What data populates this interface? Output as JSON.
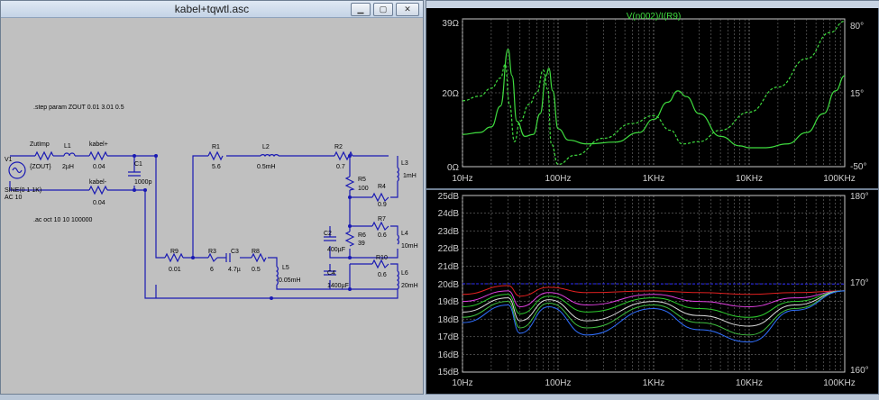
{
  "schematic": {
    "title": "kabel+tqwtl.asc",
    "directives": {
      "step": ".step param ZOUT 0.01 3.01 0.5",
      "ac": ".ac oct 10 10 100000"
    },
    "source": {
      "name": "V1",
      "value1": "SINE(0 1 1K)",
      "value2": "AC 10"
    },
    "components": [
      {
        "name": "ZutImp",
        "value": "{ZOUT}"
      },
      {
        "name": "L1",
        "value": "2µH"
      },
      {
        "name": "kabel+",
        "value": "0.04"
      },
      {
        "name": "kabel-",
        "value": "0.04"
      },
      {
        "name": "C1",
        "value": "1000p"
      },
      {
        "name": "R1",
        "value": "5.6"
      },
      {
        "name": "L2",
        "value": "0.5mH"
      },
      {
        "name": "R2",
        "value": "0.7"
      },
      {
        "name": "L3",
        "value": "1mH"
      },
      {
        "name": "R5",
        "value": "100"
      },
      {
        "name": "R4",
        "value": "0.9"
      },
      {
        "name": "C2",
        "value": "400µF"
      },
      {
        "name": "R6",
        "value": "39"
      },
      {
        "name": "R7",
        "value": "0.6"
      },
      {
        "name": "L4",
        "value": "10mH"
      },
      {
        "name": "R9",
        "value": "0.01"
      },
      {
        "name": "R3",
        "value": "6"
      },
      {
        "name": "C3",
        "value": "4.7µ"
      },
      {
        "name": "R8",
        "value": "0.5"
      },
      {
        "name": "L5",
        "value": "0.05mH"
      },
      {
        "name": "C4",
        "value": "1400µF"
      },
      {
        "name": "R10",
        "value": "0.6"
      },
      {
        "name": "L6",
        "value": "20mH"
      }
    ]
  },
  "plot1": {
    "title": "V(n002)/I(R9)",
    "y_left_ticks": [
      "39Ω",
      "20Ω",
      "0Ω"
    ],
    "y_right_ticks": [
      "80°",
      "15°",
      "-50°"
    ],
    "x_ticks": [
      "10Hz",
      "100Hz",
      "1KHz",
      "10KHz",
      "100KHz"
    ],
    "trace_color": "#3fdc3f"
  },
  "plot2": {
    "y_left_ticks": [
      "25dB",
      "24dB",
      "23dB",
      "22dB",
      "21dB",
      "20dB",
      "19dB",
      "18dB",
      "17dB",
      "16dB",
      "15dB"
    ],
    "y_right_ticks": [
      "180°",
      "170°",
      "160°"
    ],
    "x_ticks": [
      "10Hz",
      "100Hz",
      "1KHz",
      "10KHz",
      "100KHz"
    ],
    "trace_colors": [
      "#2b2bff",
      "#e02020",
      "#e040e0",
      "#2ecc2e",
      "#dddddd",
      "#3fbf3f",
      "#3070ff"
    ]
  },
  "chart_data": [
    {
      "type": "line",
      "title": "V(n002)/I(R9)",
      "xlabel": "",
      "ylabel": "",
      "x_scale": "log",
      "xlim": [
        10,
        100000
      ],
      "ylim": [
        0,
        39
      ],
      "y2lim": [
        -50,
        80
      ],
      "grid": true,
      "series": [
        {
          "style": "solid",
          "points": [
            [
              10,
              8.5
            ],
            [
              15,
              9
            ],
            [
              20,
              10.5
            ],
            [
              25,
              16
            ],
            [
              30,
              31
            ],
            [
              33,
              24
            ],
            [
              37,
              12
            ],
            [
              45,
              8
            ],
            [
              55,
              8.5
            ],
            [
              65,
              14
            ],
            [
              75,
              24
            ],
            [
              80,
              26
            ],
            [
              88,
              20
            ],
            [
              100,
              10
            ],
            [
              130,
              7
            ],
            [
              200,
              6
            ],
            [
              400,
              6.5
            ],
            [
              700,
              9
            ],
            [
              1000,
              12.5
            ],
            [
              1400,
              17
            ],
            [
              1800,
              20
            ],
            [
              2200,
              18.5
            ],
            [
              3000,
              14
            ],
            [
              5000,
              8
            ],
            [
              8000,
              5.5
            ],
            [
              10000,
              5
            ],
            [
              15000,
              5
            ],
            [
              25000,
              6
            ],
            [
              40000,
              9
            ],
            [
              60000,
              14
            ],
            [
              80000,
              20
            ],
            [
              100000,
              24
            ]
          ]
        },
        {
          "style": "dashed",
          "points": [
            [
              10,
              8
            ],
            [
              15,
              12
            ],
            [
              20,
              19
            ],
            [
              25,
              28
            ],
            [
              28,
              40
            ],
            [
              31,
              5
            ],
            [
              35,
              -28
            ],
            [
              40,
              -10
            ],
            [
              50,
              5
            ],
            [
              60,
              15
            ],
            [
              70,
              35
            ],
            [
              78,
              18
            ],
            [
              85,
              -30
            ],
            [
              100,
              -48
            ],
            [
              150,
              -40
            ],
            [
              300,
              -25
            ],
            [
              600,
              -12
            ],
            [
              1000,
              -5
            ],
            [
              1500,
              -18
            ],
            [
              2000,
              -30
            ],
            [
              3000,
              -28
            ],
            [
              5000,
              -18
            ],
            [
              10000,
              -2
            ],
            [
              20000,
              20
            ],
            [
              40000,
              45
            ],
            [
              70000,
              68
            ],
            [
              100000,
              78
            ]
          ]
        }
      ]
    },
    {
      "type": "line",
      "title": "",
      "xlabel": "",
      "ylabel": "",
      "x_scale": "log",
      "xlim": [
        10,
        100000
      ],
      "ylim": [
        15,
        25
      ],
      "y2lim": [
        160,
        180
      ],
      "grid": true,
      "series": [
        {
          "values": [
            [
              10,
              20
            ],
            [
              100000,
              19.99
            ]
          ]
        },
        {
          "values": [
            [
              10,
              19.4
            ],
            [
              30,
              19.9
            ],
            [
              40,
              19.3
            ],
            [
              80,
              19.8
            ],
            [
              200,
              19.5
            ],
            [
              1000,
              19.6
            ],
            [
              3000,
              19.5
            ],
            [
              10000,
              19.4
            ],
            [
              30000,
              19.5
            ],
            [
              100000,
              19.6
            ]
          ]
        },
        {
          "values": [
            [
              10,
              19.0
            ],
            [
              30,
              19.6
            ],
            [
              40,
              18.7
            ],
            [
              80,
              19.5
            ],
            [
              200,
              18.8
            ],
            [
              1000,
              19.4
            ],
            [
              3000,
              19.0
            ],
            [
              10000,
              18.7
            ],
            [
              30000,
              19.2
            ],
            [
              100000,
              19.6
            ]
          ]
        },
        {
          "values": [
            [
              10,
              18.7
            ],
            [
              30,
              19.4
            ],
            [
              40,
              18.3
            ],
            [
              80,
              19.3
            ],
            [
              200,
              18.4
            ],
            [
              1000,
              19.2
            ],
            [
              3000,
              18.6
            ],
            [
              10000,
              18.1
            ],
            [
              30000,
              19.0
            ],
            [
              100000,
              19.6
            ]
          ]
        },
        {
          "values": [
            [
              10,
              18.4
            ],
            [
              30,
              19.2
            ],
            [
              40,
              17.9
            ],
            [
              80,
              19.1
            ],
            [
              200,
              17.9
            ],
            [
              1000,
              19.0
            ],
            [
              3000,
              18.2
            ],
            [
              10000,
              17.6
            ],
            [
              30000,
              18.8
            ],
            [
              100000,
              19.6
            ]
          ]
        },
        {
          "values": [
            [
              10,
              18.1
            ],
            [
              30,
              19.0
            ],
            [
              40,
              17.5
            ],
            [
              80,
              18.9
            ],
            [
              200,
              17.5
            ],
            [
              1000,
              18.8
            ],
            [
              3000,
              17.8
            ],
            [
              10000,
              17.1
            ],
            [
              30000,
              18.6
            ],
            [
              100000,
              19.6
            ]
          ]
        },
        {
          "values": [
            [
              10,
              17.8
            ],
            [
              30,
              18.8
            ],
            [
              40,
              17.2
            ],
            [
              80,
              18.7
            ],
            [
              200,
              17.1
            ],
            [
              1000,
              18.6
            ],
            [
              3000,
              17.4
            ],
            [
              10000,
              16.7
            ],
            [
              30000,
              18.5
            ],
            [
              100000,
              19.6
            ]
          ]
        }
      ]
    }
  ]
}
